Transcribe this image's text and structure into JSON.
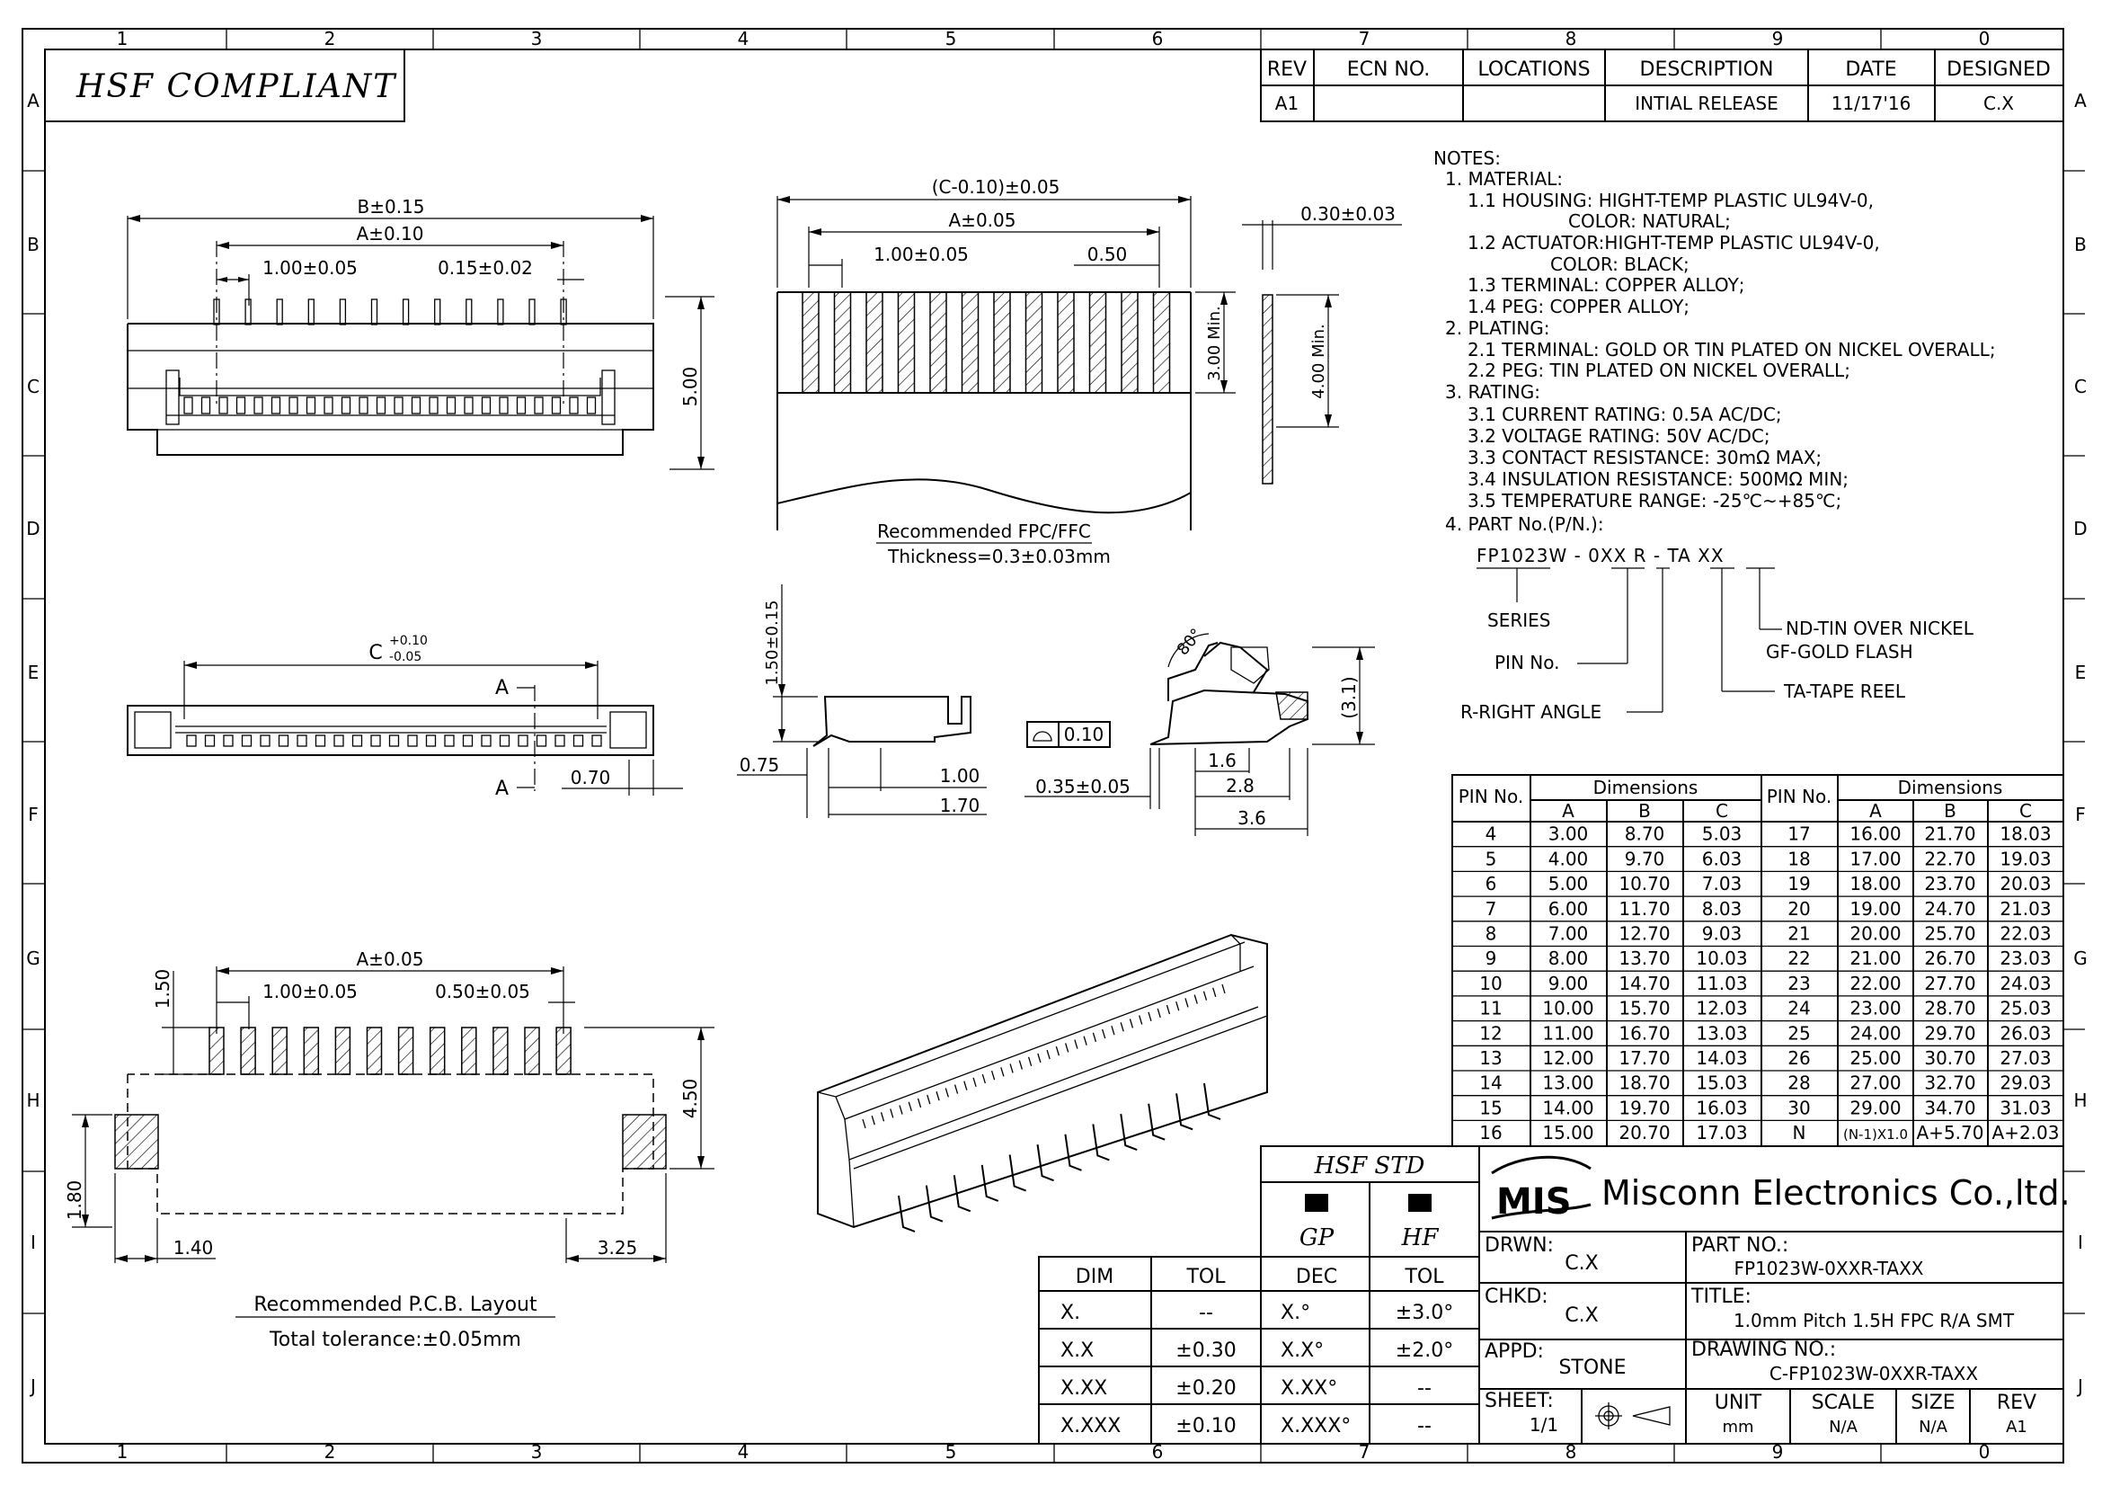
{
  "title_badge": "HSF COMPLIANT",
  "grid": {
    "cols_top": [
      "1",
      "2",
      "3",
      "4",
      "5",
      "6",
      "7",
      "8",
      "9",
      "0"
    ],
    "rows": [
      "A",
      "B",
      "C",
      "D",
      "E",
      "F",
      "G",
      "H",
      "I",
      "J"
    ]
  },
  "revision_table": {
    "headers": [
      "REV",
      "ECN NO.",
      "LOCATIONS",
      "DESCRIPTION",
      "DATE",
      "DESIGNED"
    ],
    "row": [
      "A1",
      "",
      "",
      "INTIAL RELEASE",
      "11/17'16",
      "C.X"
    ]
  },
  "notes": [
    "NOTES:",
    "1. MATERIAL:",
    "1.1 HOUSING: HIGHT-TEMP PLASTIC UL94V-0,",
    "COLOR: NATURAL;",
    "1.2 ACTUATOR:HIGHT-TEMP PLASTIC UL94V-0,",
    "COLOR: BLACK;",
    "1.3 TERMINAL: COPPER ALLOY;",
    "1.4 PEG: COPPER ALLOY;",
    "2. PLATING:",
    "2.1 TERMINAL: GOLD OR TIN PLATED ON NICKEL OVERALL;",
    "2.2 PEG: TIN PLATED ON NICKEL OVERALL;",
    "3. RATING:",
    "3.1 CURRENT RATING: 0.5A AC/DC;",
    "3.2 VOLTAGE RATING: 50V AC/DC;",
    "3.3 CONTACT RESISTANCE: 30mΩ MAX;",
    "3.4 INSULATION RESISTANCE: 500MΩ MIN;",
    "3.5 TEMPERATURE RANGE: -25℃~+85℃;",
    "4. PART No.(P/N.):"
  ],
  "part_code": {
    "code": "FP1023W - 0XX R - TA XX",
    "series": "SERIES",
    "pin": "PIN No.",
    "angle": "R-RIGHT ANGLE",
    "tape": "TA-TAPE REEL",
    "plating_1": "ND-TIN OVER NICKEL",
    "plating_2": "GF-GOLD FLASH"
  },
  "dims": {
    "top_b": "B±0.15",
    "top_a": "A±0.10",
    "top_pitch": "1.00±0.05",
    "top_width": "0.15±0.02",
    "top_h": "5.00",
    "fpc_c": "(C-0.10)±0.05",
    "fpc_a": "A±0.05",
    "fpc_pitch": "1.00±0.05",
    "fpc_w": "0.50",
    "fpc_min3": "3.00 Min.",
    "fpc_t": "0.30±0.03",
    "fpc_min4": "4.00 Min.",
    "fpc_title": "Recommended FPC/FFC",
    "fpc_thick": "Thickness=0.3±0.03mm",
    "front_c": "C",
    "front_c_tol": "+0.10\n-0.05",
    "front_c_up": "+0.10",
    "front_c_lo": "-0.05",
    "section_a": "A",
    "front_070": "0.70",
    "side_h": "1.50±0.15",
    "side_075": "0.75",
    "side_100": "1.00",
    "side_170": "1.70",
    "flat": "0.10",
    "sec_angle": "80°",
    "sec_31": "(3.1)",
    "sec_16": "1.6",
    "sec_035": "0.35±0.05",
    "sec_28": "2.8",
    "sec_36": "3.6",
    "pcb_a": "A±0.05",
    "pcb_150": "1.50",
    "pcb_pitch": "1.00±0.05",
    "pcb_w": "0.50±0.05",
    "pcb_450": "4.50",
    "pcb_180": "1.80",
    "pcb_140": "1.40",
    "pcb_325": "3.25",
    "pcb_title": "Recommended P.C.B. Layout",
    "pcb_tol": "Total tolerance:±0.05mm"
  },
  "pin_table": {
    "header_pin": "PIN No.",
    "header_dim": "Dimensions",
    "sub": [
      "A",
      "B",
      "C"
    ],
    "left": [
      [
        "4",
        "3.00",
        "8.70",
        "5.03"
      ],
      [
        "5",
        "4.00",
        "9.70",
        "6.03"
      ],
      [
        "6",
        "5.00",
        "10.70",
        "7.03"
      ],
      [
        "7",
        "6.00",
        "11.70",
        "8.03"
      ],
      [
        "8",
        "7.00",
        "12.70",
        "9.03"
      ],
      [
        "9",
        "8.00",
        "13.70",
        "10.03"
      ],
      [
        "10",
        "9.00",
        "14.70",
        "11.03"
      ],
      [
        "11",
        "10.00",
        "15.70",
        "12.03"
      ],
      [
        "12",
        "11.00",
        "16.70",
        "13.03"
      ],
      [
        "13",
        "12.00",
        "17.70",
        "14.03"
      ],
      [
        "14",
        "13.00",
        "18.70",
        "15.03"
      ],
      [
        "15",
        "14.00",
        "19.70",
        "16.03"
      ],
      [
        "16",
        "15.00",
        "20.70",
        "17.03"
      ]
    ],
    "right": [
      [
        "17",
        "16.00",
        "21.70",
        "18.03"
      ],
      [
        "18",
        "17.00",
        "22.70",
        "19.03"
      ],
      [
        "19",
        "18.00",
        "23.70",
        "20.03"
      ],
      [
        "20",
        "19.00",
        "24.70",
        "21.03"
      ],
      [
        "21",
        "20.00",
        "25.70",
        "22.03"
      ],
      [
        "22",
        "21.00",
        "26.70",
        "23.03"
      ],
      [
        "23",
        "22.00",
        "27.70",
        "24.03"
      ],
      [
        "24",
        "23.00",
        "28.70",
        "25.03"
      ],
      [
        "25",
        "24.00",
        "29.70",
        "26.03"
      ],
      [
        "26",
        "25.00",
        "30.70",
        "27.03"
      ],
      [
        "28",
        "27.00",
        "32.70",
        "29.03"
      ],
      [
        "30",
        "29.00",
        "34.70",
        "31.03"
      ],
      [
        "N",
        "(N-1)X1.0",
        "A+5.70",
        "A+2.03"
      ]
    ]
  },
  "tol_table": {
    "h1": "DIM",
    "h2": "TOL",
    "rows": [
      [
        "X.",
        "--"
      ],
      [
        "X.X",
        "±0.30"
      ],
      [
        "X.XX",
        "±0.20"
      ],
      [
        "X.XXX",
        "±0.10"
      ]
    ]
  },
  "hsf": {
    "title": "HSF STD",
    "gp": "GP",
    "hf": "HF",
    "h1": "DEC",
    "h2": "TOL",
    "rows": [
      [
        "X.°",
        "±3.0°"
      ],
      [
        "X.X°",
        "±2.0°"
      ],
      [
        "X.XX°",
        "--"
      ],
      [
        "X.XXX°",
        "--"
      ]
    ]
  },
  "title_block": {
    "logo": "MIS",
    "company": "Misconn Electronics Co.,ltd.",
    "drwn_label": "DRWN:",
    "drwn": "C.X",
    "part_label": "PART NO.:",
    "part": "FP1023W-0XXR-TAXX",
    "chkd_label": "CHKD:",
    "chkd": "C.X",
    "title_label": "TITLE:",
    "title": "1.0mm Pitch 1.5H FPC R/A SMT",
    "appd_label": "APPD:",
    "appd": "STONE",
    "drawing_label": "DRAWING NO.:",
    "drawing": "C-FP1023W-0XXR-TAXX",
    "sheet_label": "SHEET:",
    "sheet": "1/1",
    "unit_label": "UNIT",
    "unit": "mm",
    "scale_label": "SCALE",
    "scale": "N/A",
    "size_label": "SIZE",
    "size": "N/A",
    "rev_label": "REV",
    "rev": "A1"
  }
}
